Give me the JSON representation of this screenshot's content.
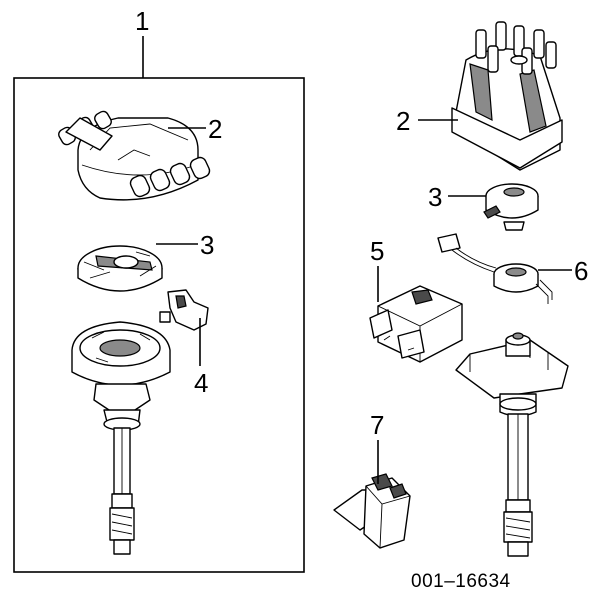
{
  "callouts": {
    "group_1": "1",
    "cap_left": "2",
    "rotor_left": "3",
    "sensor_left": "4",
    "cap_right": "2",
    "rotor_right": "3",
    "module": "5",
    "pickup_coil": "6",
    "bracket": "7"
  },
  "figure_code": "001–16634"
}
